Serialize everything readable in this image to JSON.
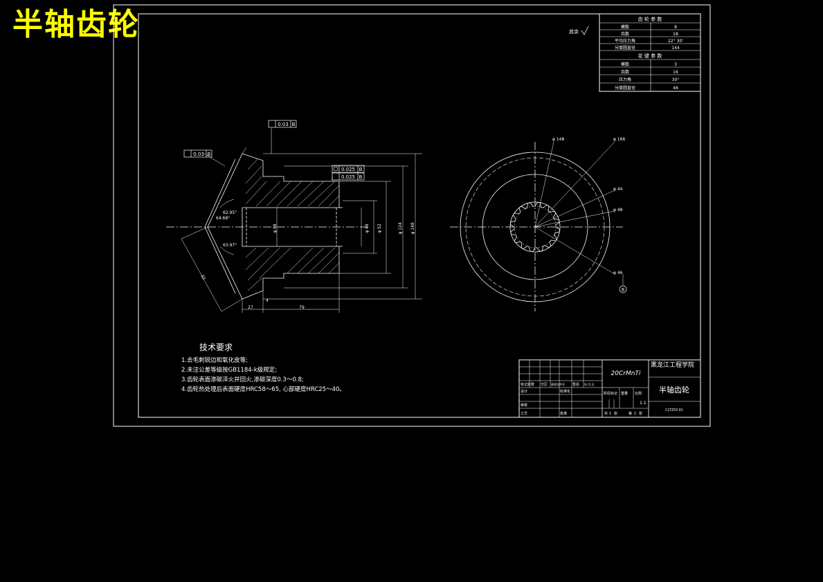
{
  "overlay_title": "半轴齿轮",
  "roughness_note": "其余",
  "gear_table": {
    "header1": "齿 轮 参 数",
    "rows1": [
      {
        "label": "模数",
        "value": "8"
      },
      {
        "label": "齿数",
        "value": "18"
      },
      {
        "label": "平均压力角",
        "value": "22° 30'"
      },
      {
        "label": "分度圆直径",
        "value": "144"
      }
    ],
    "header2": "花 键 参 数",
    "rows2": [
      {
        "label": "模数",
        "value": "3"
      },
      {
        "label": "齿数",
        "value": "16"
      },
      {
        "label": "压力角",
        "value": "30°"
      },
      {
        "label": "分度圆直径",
        "value": "48"
      }
    ]
  },
  "tolerances": {
    "top": {
      "value": "0.03",
      "datum": "B"
    },
    "left": {
      "value": "0.03",
      "datum": "B"
    },
    "mid1": {
      "value": "0.025",
      "datum": "B"
    },
    "mid2": {
      "value": "0.025",
      "datum": "B"
    }
  },
  "dims_left": {
    "angle1": "62.95°",
    "angle2": "64.68°",
    "angle3": "63.97°",
    "len_bottom1": "27",
    "len_bottom2": "79",
    "d_bore": "φ 98",
    "d_48": "φ 48",
    "d_52": "φ 52",
    "d_124": "φ 124",
    "d_148": "φ 148",
    "slant": "32",
    "small": "4"
  },
  "dims_right": {
    "d1": "φ 148",
    "d2": "φ 166",
    "d3": "φ 44",
    "d4": "φ 48",
    "d5": "φ 46",
    "balloon": "8"
  },
  "tech": {
    "heading": "技术要求",
    "lines": [
      "1.去毛刺锐边和氧化皮等;",
      "2.未注公差等级按GB1184-k级规定;",
      "3.齿轮表面渗碳淬火并回火,渗碳深度0.3～0.8;",
      "4.齿轮热处理后表面硬度HRC58～65, 心部硬度HRC25～40。"
    ]
  },
  "title_block": {
    "material": "20CrMnTi",
    "school": "黑龙江工程学院",
    "part_name": "半轴齿轮",
    "drawing_no": "CLTZSY-01",
    "labels": [
      "标记处数",
      "分区",
      "更改文件号",
      "签名",
      "年.月.日",
      "设计",
      "标准化",
      "审核",
      "工艺",
      "批准",
      "阶段标记",
      "重量",
      "比例",
      "共",
      "张",
      "第",
      "张"
    ],
    "scale": "1:1",
    "sheet_total": "1",
    "sheet_no": "1"
  }
}
